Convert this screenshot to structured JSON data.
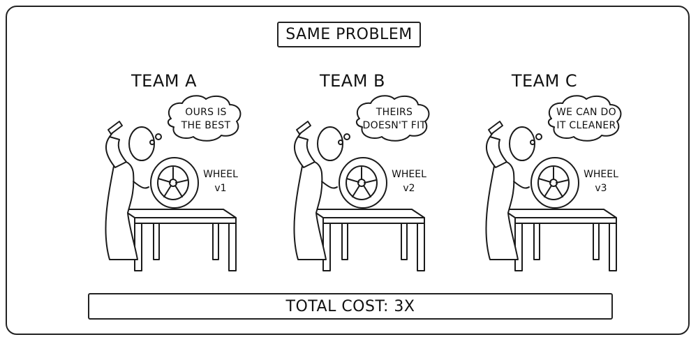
{
  "title": "SAME PROBLEM",
  "teams": [
    {
      "name": "TEAM A",
      "thought_line1": "OURS IS",
      "thought_line2": "THE BEST",
      "wheel_line1": "WHEEL",
      "wheel_line2": "v1"
    },
    {
      "name": "TEAM B",
      "thought_line1": "THEIRS",
      "thought_line2": "DOESN'T FIT",
      "wheel_line1": "WHEEL",
      "wheel_line2": "v2"
    },
    {
      "name": "TEAM C",
      "thought_line1": "WE CAN DO",
      "thought_line2": "IT CLEANER",
      "wheel_line1": "WHEEL",
      "wheel_line2": "v3"
    }
  ],
  "total_cost": "TOTAL COST: 3X"
}
